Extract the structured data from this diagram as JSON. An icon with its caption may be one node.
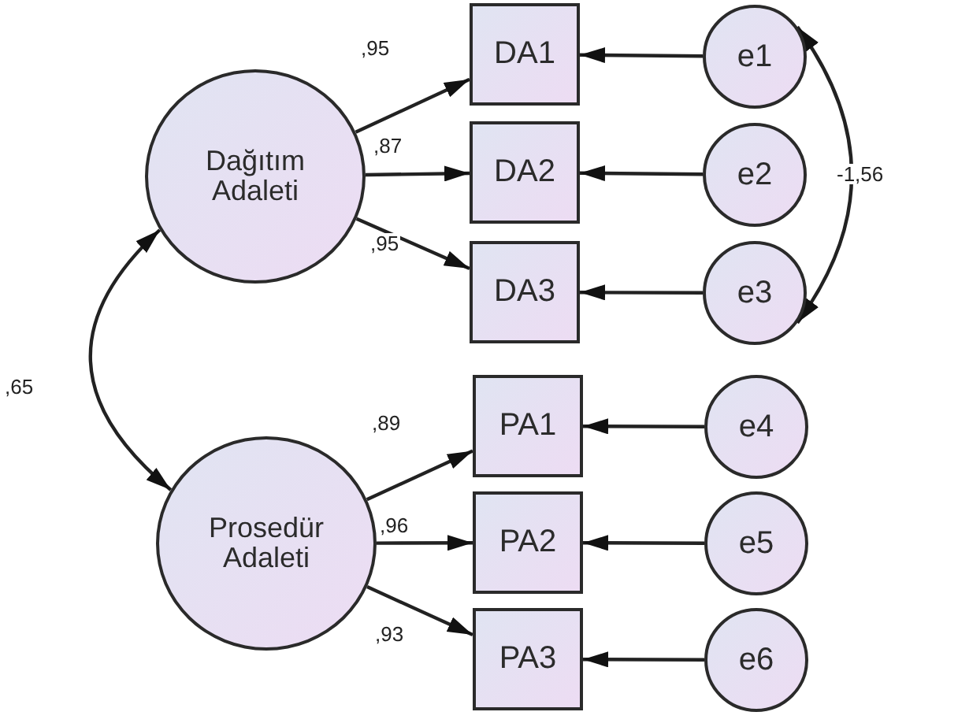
{
  "diagram": {
    "nodes": [
      {
        "text": [
          "Dağıtım Adaleti"
        ]
      },
      {
        "text": [
          "DA1"
        ]
      },
      {
        "text": [
          "DA2"
        ]
      },
      {
        "text": [
          "DA3"
        ]
      },
      {
        "text": [
          "e1"
        ]
      },
      {
        "text": [
          "e2"
        ]
      },
      {
        "text": [
          "e3"
        ]
      },
      {
        "text": [
          "Prosedür Adaleti"
        ]
      },
      {
        "text": [
          "PA1"
        ]
      },
      {
        "text": [
          "PA2"
        ]
      },
      {
        "text": [
          "PA3"
        ]
      },
      {
        "text": [
          "e4"
        ]
      },
      {
        "text": [
          "e5"
        ]
      },
      {
        "text": [
          "e6"
        ]
      }
    ],
    "edges": [
      {
        "from": 0,
        "to": 1,
        "arrow": "to",
        "label": ",95"
      },
      {
        "from": 0,
        "to": 2,
        "arrow": "to",
        "label": ",87"
      },
      {
        "from": 0,
        "to": 3,
        "arrow": "to",
        "label": ",95"
      },
      {
        "from": 4,
        "to": 1,
        "arrow": "to"
      },
      {
        "from": 5,
        "to": 2,
        "arrow": "to"
      },
      {
        "from": 6,
        "to": 3,
        "arrow": "to"
      },
      {
        "from": 4,
        "to": 6,
        "arrow": "both",
        "label": "-1,56"
      },
      {
        "from": 0,
        "to": 7,
        "arrow": "both",
        "label": ",65"
      },
      {
        "from": 7,
        "to": 8,
        "arrow": "to",
        "label": ",89"
      },
      {
        "from": 7,
        "to": 9,
        "arrow": "to",
        "label": ",96"
      },
      {
        "from": 7,
        "to": 10,
        "arrow": "to",
        "label": ",93"
      },
      {
        "from": 11,
        "to": 8,
        "arrow": "to"
      },
      {
        "from": 12,
        "to": 9,
        "arrow": "to"
      },
      {
        "from": 13,
        "to": 10,
        "arrow": "to"
      }
    ]
  }
}
